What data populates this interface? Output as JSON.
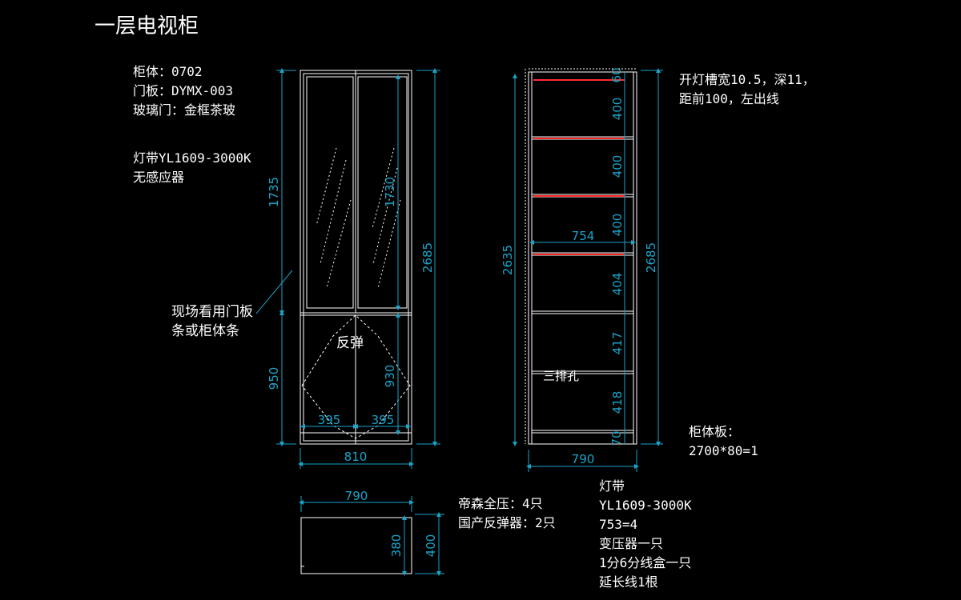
{
  "title": "一层电视柜",
  "notes_top_left": [
    "柜体：0702",
    "门板：DYMX-003",
    "玻璃门：金框茶玻"
  ],
  "notes_led": [
    "灯带YL1609-3000K",
    "无感应器"
  ],
  "notes_site": [
    "现场看用门板",
    "条或柜体条"
  ],
  "label_rebound": "反弹",
  "notes_top_right": [
    "开灯槽宽10.5，深11，",
    "距前100，左出线"
  ],
  "notes_board": [
    "柜体板：",
    "2700*80=1"
  ],
  "notes_hardware": [
    "帝森全压：4只",
    "国产反弹器：2只"
  ],
  "notes_led_bottom": [
    "灯带",
    "YL1609-3000K",
    "753=4",
    "变压器一只",
    "1分6分线盒一只",
    "延长线1根"
  ],
  "label_holes": "三排孔",
  "dimensions": {
    "front_upper_h": "1735",
    "front_glass_h": "1730",
    "front_total_h": "2685",
    "front_lower_h": "950",
    "front_lower_inner_h": "930",
    "front_door_w_left": "395",
    "front_door_w_right": "395",
    "front_w": "810",
    "side_top_gap": "60",
    "side_shelf_1": "400",
    "side_shelf_2": "400",
    "side_shelf_3": "400",
    "side_shelf_4": "404",
    "side_shelf_5": "417",
    "side_shelf_6": "418",
    "side_bottom_gap": "70",
    "side_inner_h": "2635",
    "side_total_h": "2685",
    "side_inner_w": "754",
    "side_w": "790",
    "plan_w": "790",
    "plan_inner_d": "380",
    "plan_d": "400"
  },
  "colors": {
    "lines": "#ffffff",
    "dimension": "#1aa3c8",
    "led_strip": "#ff2a2a",
    "background": "#000000"
  }
}
